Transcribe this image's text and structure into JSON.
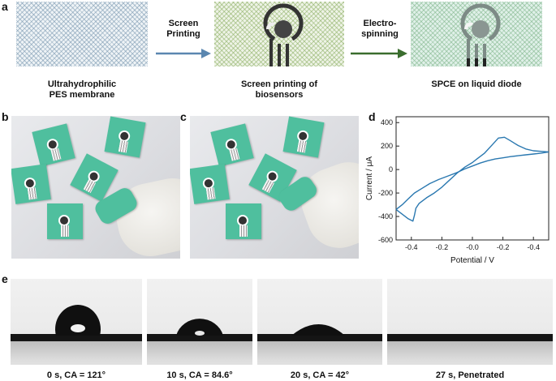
{
  "panels": {
    "a": "a",
    "b": "b",
    "c": "c",
    "d": "d",
    "e": "e"
  },
  "panel_a": {
    "step1_caption": [
      "Ultrahydrophilic",
      "PES membrane"
    ],
    "arrow1_label": [
      "Screen",
      "Printing"
    ],
    "step2_caption": [
      "Screen printing of",
      "biosensors"
    ],
    "arrow2_label": [
      "Electro-",
      "spinning"
    ],
    "step3_caption": [
      "SPCE on liquid diode"
    ],
    "arrow1_color": "#5b87b0",
    "arrow2_color": "#3a6d2e"
  },
  "panel_e": {
    "captions": [
      "0 s, CA = 121°",
      "10 s, CA = 84.6°",
      "20 s, CA = 42°",
      "27 s, Penetrated"
    ]
  },
  "chart_data": {
    "type": "line",
    "xlabel": "Potential / V",
    "ylabel": "Current / μA",
    "xlim": [
      0.5,
      -0.5
    ],
    "ylim": [
      -600,
      450
    ],
    "x_ticks": [
      "-0.4",
      "-0.2",
      "-0.0",
      "-0.2",
      "-0.4"
    ],
    "x_tick_values": [
      0.4,
      0.2,
      0.0,
      -0.2,
      -0.4
    ],
    "y_ticks": [
      400,
      200,
      0,
      -200,
      -400,
      -600
    ],
    "color": "#2a78b0",
    "series": [
      {
        "values_x": [
          -0.5,
          -0.45,
          -0.4,
          -0.35,
          -0.3,
          -0.25,
          -0.21,
          -0.17,
          -0.13,
          -0.08,
          -0.03,
          0.0,
          0.05,
          0.1,
          0.15,
          0.2,
          0.25,
          0.3,
          0.35,
          0.37,
          0.38,
          0.39,
          0.42,
          0.46,
          0.5
        ],
        "values_y": [
          150,
          155,
          160,
          175,
          205,
          245,
          275,
          268,
          210,
          140,
          90,
          60,
          20,
          -30,
          -90,
          -150,
          -200,
          -240,
          -290,
          -330,
          -390,
          -440,
          -420,
          -380,
          -340
        ]
      },
      {
        "values_x": [
          0.5,
          0.46,
          0.42,
          0.38,
          0.33,
          0.28,
          0.22,
          0.16,
          0.1,
          0.05,
          0.0,
          -0.05,
          -0.1,
          -0.15,
          -0.2,
          -0.25,
          -0.3,
          -0.35,
          -0.4,
          -0.45,
          -0.5
        ],
        "values_y": [
          -340,
          -300,
          -250,
          -200,
          -160,
          -120,
          -85,
          -55,
          -25,
          5,
          30,
          55,
          75,
          90,
          100,
          110,
          118,
          125,
          132,
          140,
          150
        ]
      }
    ]
  }
}
